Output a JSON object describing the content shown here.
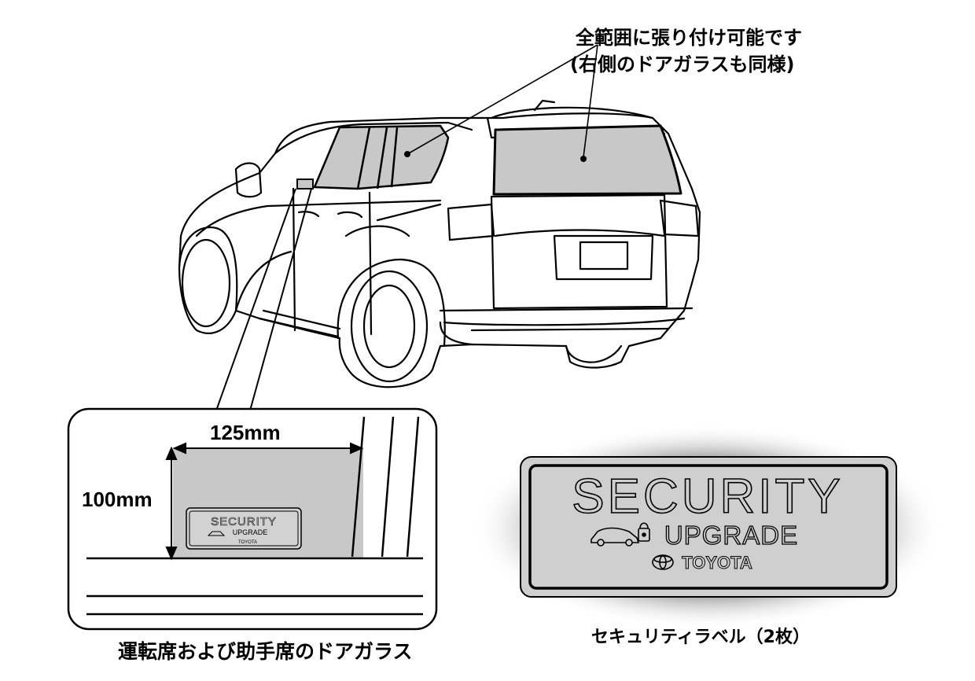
{
  "annotation": {
    "line1": "全範囲に張り付け可能です",
    "line2": "(右側のドアガラスも同様)"
  },
  "dimensions": {
    "width_label": "125mm",
    "height_label": "100mm"
  },
  "label": {
    "title": "SECURITY",
    "subtitle": "UPGRADE",
    "brand": "TOYOTA"
  },
  "captions": {
    "left": "運転席および助手席のドアガラス",
    "right": "セキュリティラベル（2枚）"
  },
  "colors": {
    "glass_fill": "#c8c8c8",
    "label_fill": "#cfcfcf",
    "glow": "#a8a8a8",
    "line": "#000000"
  }
}
